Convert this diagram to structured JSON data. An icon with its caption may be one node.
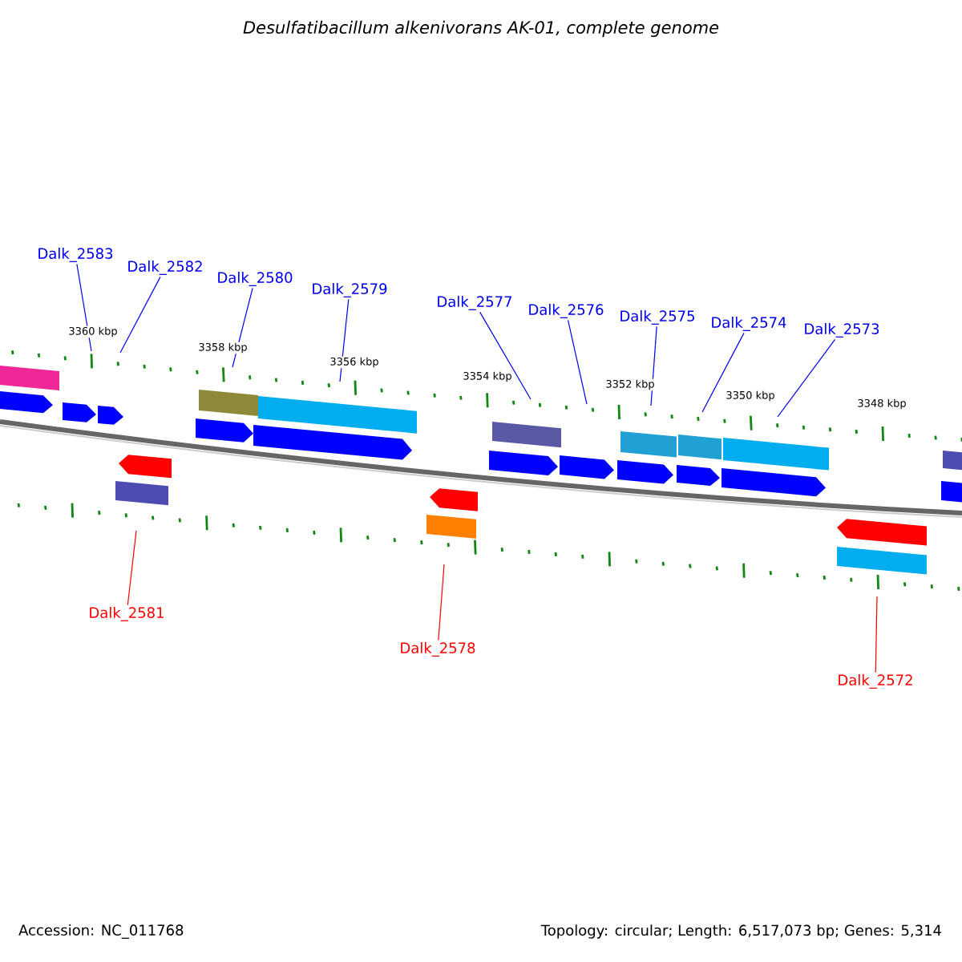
{
  "diagram": {
    "title": "Desulfatibacillum alkenivorans AK-01, complete genome",
    "nodes": [
      {
        "text": [
          "Dalk_2583"
        ]
      },
      {
        "text": [
          "Dalk_2582"
        ]
      },
      {
        "text": [
          "Dalk_2580"
        ]
      },
      {
        "text": [
          "Dalk_2579"
        ]
      },
      {
        "text": [
          "Dalk_2577"
        ]
      },
      {
        "text": [
          "Dalk_2576"
        ]
      },
      {
        "text": [
          "Dalk_2575"
        ]
      },
      {
        "text": [
          "Dalk_2574"
        ]
      },
      {
        "text": [
          "Dalk_2573"
        ]
      },
      {
        "text": [
          "Dalk_2581"
        ]
      },
      {
        "text": [
          "Dalk_2578"
        ]
      },
      {
        "text": [
          "Dalk_2572"
        ]
      }
    ],
    "edges": [
      {
        "from": 0,
        "to": null,
        "arrow": "none"
      },
      {
        "from": 1,
        "to": null,
        "arrow": "none"
      },
      {
        "from": 2,
        "to": null,
        "arrow": "none"
      },
      {
        "from": 3,
        "to": null,
        "arrow": "none"
      },
      {
        "from": 4,
        "to": null,
        "arrow": "none"
      },
      {
        "from": 5,
        "to": null,
        "arrow": "none"
      },
      {
        "from": 6,
        "to": null,
        "arrow": "none"
      },
      {
        "from": 7,
        "to": null,
        "arrow": "none"
      },
      {
        "from": 8,
        "to": null,
        "arrow": "none"
      },
      {
        "from": 9,
        "to": null,
        "arrow": "none",
        "color": "#ff0000"
      },
      {
        "from": 10,
        "to": null,
        "arrow": "none",
        "color": "#ff0000"
      },
      {
        "from": 11,
        "to": null,
        "arrow": "none",
        "color": "#ff0000"
      }
    ],
    "labels": [
      "3360 kbp",
      "3358 kbp",
      "3356 kbp",
      "3354 kbp",
      "3352 kbp",
      "3350 kbp",
      "3348 kbp",
      "Accession: NC_011768",
      "Topology: circular; Length: 6,517,073 bp; Genes: 5,314"
    ]
  }
}
